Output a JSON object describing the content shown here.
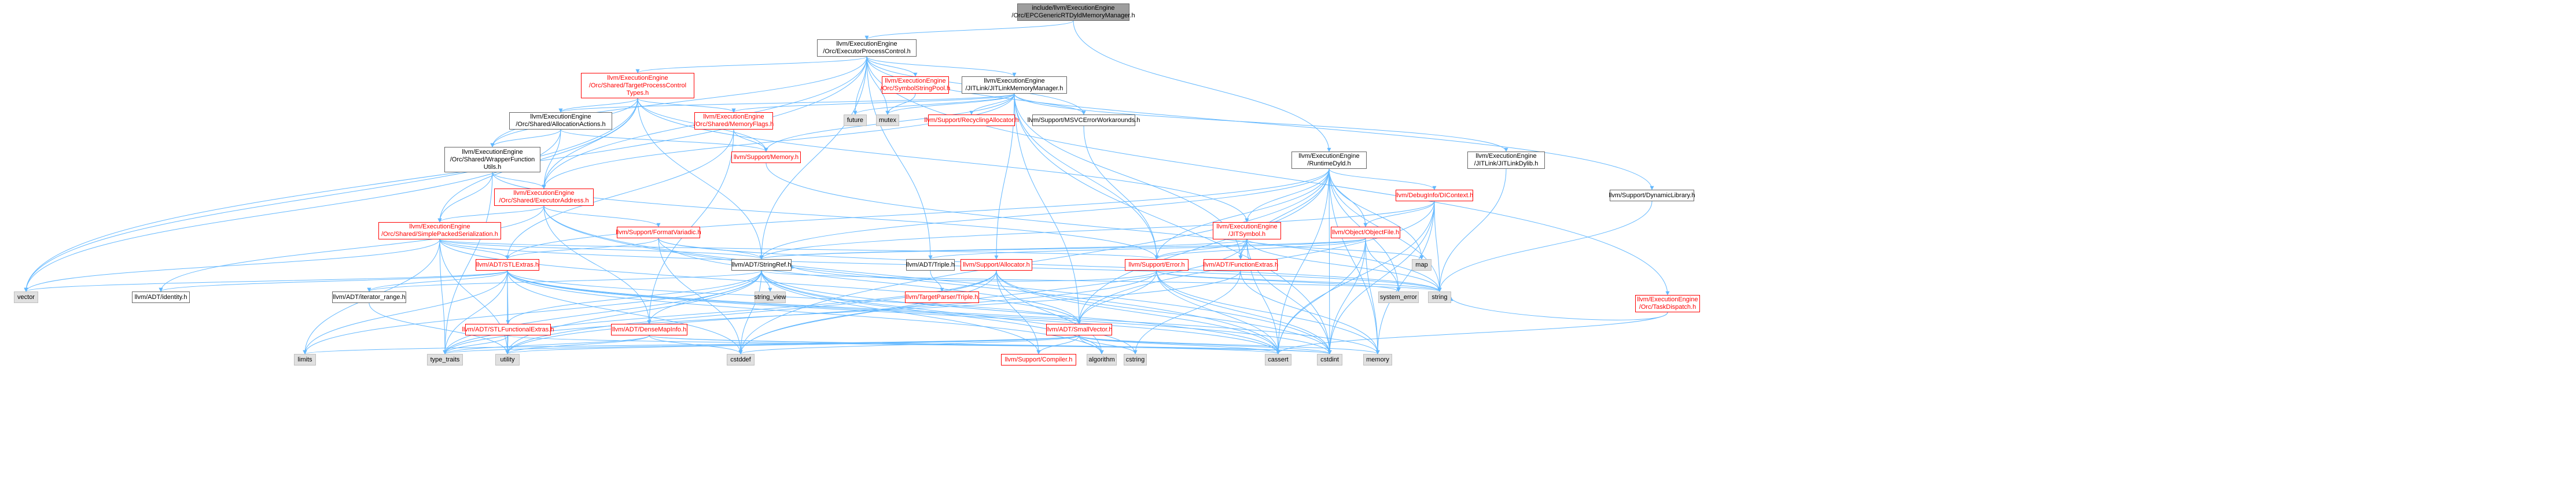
{
  "colors": {
    "edge": "#63b8ff",
    "normal_border": "#666666",
    "red_border": "#ff0000",
    "sys_fill": "#e0e0e0",
    "root_fill": "#9e9e9e"
  },
  "nodes": {
    "root": "include/llvm/ExecutionEngine\n/Orc/EPCGenericRTDyldMemoryManager.h",
    "epc": "llvm/ExecutionEngine\n/Orc/ExecutorProcessControl.h",
    "tpctypes": "llvm/ExecutionEngine\n/Orc/Shared/TargetProcessControl\nTypes.h",
    "symstrpool": "llvm/ExecutionEngine\n/Orc/SymbolStringPool.h",
    "jitlinkmm": "llvm/ExecutionEngine\n/JITLink/JITLinkMemoryManager.h",
    "allocactions": "llvm/ExecutionEngine\n/Orc/Shared/AllocationActions.h",
    "memflags": "llvm/ExecutionEngine\n/Orc/Shared/MemoryFlags.h",
    "future": "future",
    "mutex": "mutex",
    "recycling": "llvm/Support/RecyclingAllocator.h",
    "msvcerr": "llvm/Support/MSVCErrorWorkarounds.h",
    "wrapperfn": "llvm/ExecutionEngine\n/Orc/Shared/WrapperFunction\nUtils.h",
    "memory": "llvm/Support/Memory.h",
    "runtimedyld": "llvm/ExecutionEngine\n/RuntimeDyld.h",
    "jitlinkdylib": "llvm/ExecutionEngine\n/JITLink/JITLinkDylib.h",
    "dynlib": "llvm/Support/DynamicLibrary.h",
    "execaddr": "llvm/ExecutionEngine\n/Orc/Shared/ExecutorAddress.h",
    "dicontext": "llvm/DebugInfo/DIContext.h",
    "spsser": "llvm/ExecutionEngine\n/Orc/Shared/SimplePackedSerialization.h",
    "formatvariadic": "llvm/Support/FormatVariadic.h",
    "jitsymbol": "llvm/ExecutionEngine\n/JITSymbol.h",
    "objectfile": "llvm/Object/ObjectFile.h",
    "taskdispatch": "llvm/ExecutionEngine\n/Orc/TaskDispatch.h",
    "stlextras": "llvm/ADT/STLExtras.h",
    "stringref": "llvm/ADT/StringRef.h",
    "triple": "llvm/ADT/Triple.h",
    "allocator": "llvm/Support/Allocator.h",
    "error": "llvm/Support/Error.h",
    "functionextras": "llvm/ADT/FunctionExtras.h",
    "map": "map",
    "vector": "vector",
    "identity": "llvm/ADT/identity.h",
    "iterrange": "llvm/ADT/iterator_range.h",
    "stlfunc": "llvm/ADT/STLFunctionalExtras.h",
    "densemapinfo": "llvm/ADT/DenseMapInfo.h",
    "stringview": "string_view",
    "targetparser": "llvm/TargetParser/Triple.h",
    "smallvector": "llvm/ADT/SmallVector.h",
    "systemerror": "system_error",
    "string": "string",
    "limits": "limits",
    "typetraits": "type_traits",
    "utility": "utility",
    "cstddef": "cstddef",
    "compiler": "llvm/Support/Compiler.h",
    "algorithm": "algorithm",
    "cstring": "cstring",
    "cassert": "cassert",
    "cstdint": "cstdint",
    "memorystd": "memory"
  }
}
